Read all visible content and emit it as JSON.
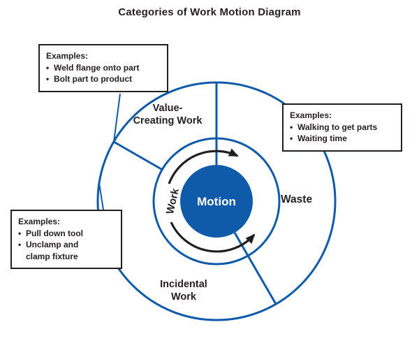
{
  "title": "Categories of Work Motion Diagram",
  "colors": {
    "blue": "#0f5aa9",
    "text": "#231f20",
    "box_border": "#231f20",
    "arrow": "#231f20",
    "background": "#ffffff"
  },
  "glyphs": {
    "bullet": "•"
  },
  "diagram": {
    "center_label": "Motion",
    "ring_label": "Work",
    "segments": {
      "value_creating": {
        "line1": "Value-",
        "line2": "Creating Work"
      },
      "waste": {
        "label": "Waste"
      },
      "incidental": {
        "line1": "Incidental",
        "line2": "Work"
      }
    }
  },
  "example_boxes": {
    "value_creating": {
      "heading": "Examples:",
      "items": [
        "Weld flange onto part",
        "Bolt part to product"
      ]
    },
    "waste": {
      "heading": "Examples:",
      "items": [
        "Walking to get parts",
        "Waiting time"
      ]
    },
    "incidental": {
      "heading": "Examples:",
      "items": [
        "Pull down tool",
        "Unclamp and\nclamp fixture"
      ]
    }
  }
}
